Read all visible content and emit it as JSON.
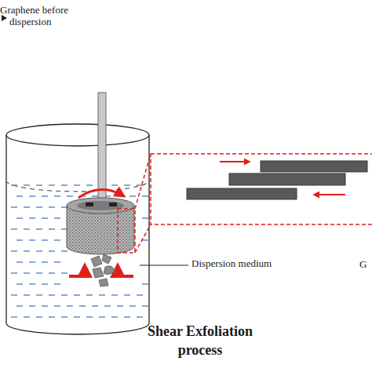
{
  "diagram": {
    "caption": "Shear Exfoliation process",
    "labels": [
      "Graphene before dispersion",
      "Dispersion medium",
      "G"
    ]
  }
}
